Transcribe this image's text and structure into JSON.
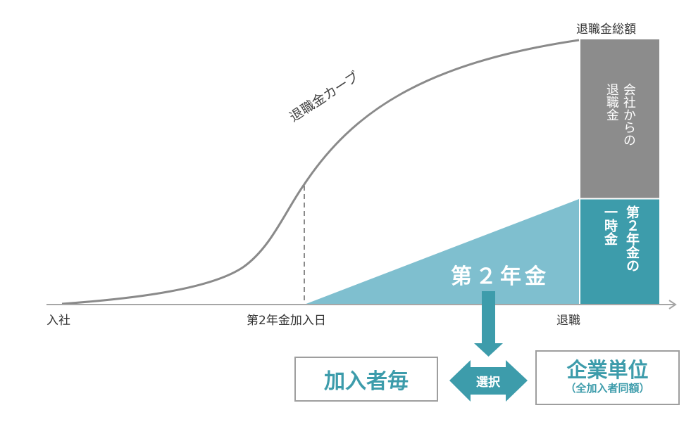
{
  "labels": {
    "curve": "退職金カーブ",
    "total": "退職金総額",
    "hire": "入社",
    "join_date": "第2年金加入日",
    "retire": "退職",
    "pension2": "第２年金",
    "company_line1": "会社からの",
    "company_line2": "退職金",
    "lump_line1": "第２年金の",
    "lump_line2": "一時金"
  },
  "choice": {
    "left": "加入者毎",
    "middle": "選択",
    "right_main": "企業単位",
    "right_sub": "（全加入者同額）"
  },
  "colors": {
    "teal": "#3d9cab",
    "teal_light": "#7fbfcf",
    "gray_bar": "#8c8c8c",
    "curve": "#8a8a8a",
    "axis": "#a6a6a6",
    "box_border": "#9e9e9e"
  }
}
